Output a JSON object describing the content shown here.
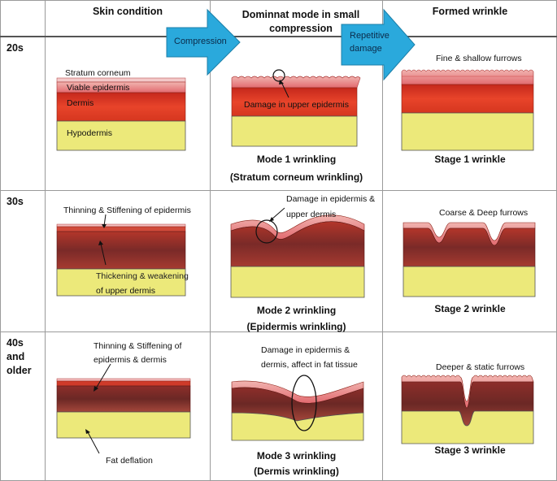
{
  "headers": {
    "col1": "Skin condition",
    "col2_line1": "Dominnat mode in small",
    "col2_line2": "compression",
    "col3": "Formed wrinkle"
  },
  "process_arrows": {
    "compression": "Compression",
    "repetitive_line1": "Repetitive",
    "repetitive_line2": "damage"
  },
  "rows": [
    {
      "age": "20s",
      "layer_labels": [
        "Stratum corneum",
        "Viable epidermis",
        "Dermis",
        "Hypodermis"
      ],
      "mode_annotation": "Damage in upper epidermis",
      "mode_title": "Mode 1 wrinkling",
      "mode_subtitle": "(Stratum corneum wrinkling)",
      "wrinkle_annotation": "Fine & shallow furrows",
      "stage": "Stage 1 wrinkle"
    },
    {
      "age": "30s",
      "condition_top": "Thinning & Stiffening of epidermis",
      "condition_bottom_line1": "Thickening & weakening",
      "condition_bottom_line2": "of upper dermis",
      "mode_annotation_line1": "Damage in epidermis &",
      "mode_annotation_line2": "upper dermis",
      "mode_title": "Mode 2 wrinkling",
      "mode_subtitle": "(Epidermis wrinkling)",
      "wrinkle_annotation": "Coarse & Deep furrows",
      "stage": "Stage 2 wrinkle"
    },
    {
      "age_line1": "40s",
      "age_line2": "and",
      "age_line3": "older",
      "condition_top_line1": "Thinning & Stiffening of",
      "condition_top_line2": "epidermis & dermis",
      "condition_bottom": "Fat deflation",
      "mode_annotation_line1": "Damage in epidermis &",
      "mode_annotation_line2": "dermis, affect in fat tissue",
      "mode_title": "Mode 3 wrinkling",
      "mode_subtitle": "(Dermis wrinkling)",
      "wrinkle_annotation": "Deeper & static furrows",
      "stage": "Stage 3 wrinkle"
    }
  ],
  "colors": {
    "arrow_blue": "#2aa9dc",
    "hypodermis_yellow": "#ece97a",
    "dermis_red": "#dd3b22",
    "aged_dermis": "#8e2f2a",
    "epidermis_pink": "#e9848a"
  }
}
